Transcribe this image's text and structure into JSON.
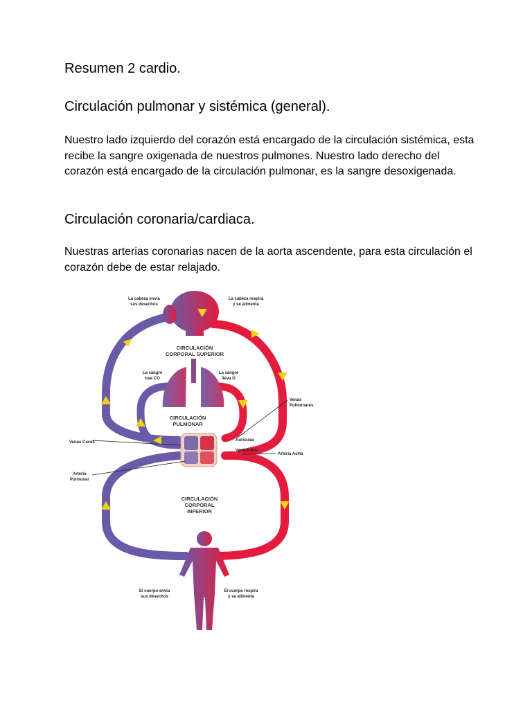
{
  "document": {
    "title": "Resumen 2 cardio.",
    "section1_heading": "Circulación pulmonar y sistémica (general).",
    "section1_paragraph": "Nuestro lado izquierdo del corazón está encargado de la circulación sistémica, esta recibe la sangre oxigenada de nuestros pulmones. Nuestro lado derecho del corazón está encargado de la circulación pulmonar, es la sangre desoxigenada.",
    "section2_heading": "Circulación coronaria/cardiaca.",
    "section2_paragraph": "Nuestras arterias coronarias nacen de la aorta ascendente, para esta circulación el corazón debe de estar relajado."
  },
  "figure": {
    "head_left_1": "La cabeza envía",
    "head_left_2": "sus desechos",
    "head_right_1": "La cabeza respira",
    "head_right_2": "y se alimenta",
    "upper_title_1": "CIRCULACIÓN",
    "upper_title_2": "CORPORAL SUPERIOR",
    "lung_left_1": "La sangre",
    "lung_left_2": "trae CO",
    "lung_right_1": "La sangre",
    "lung_right_2": "lleva O",
    "pulmonary_title_1": "CIRCULACIÓN",
    "pulmonary_title_2": "PULMONAR",
    "venas_pulmonares_1": "Venas",
    "venas_pulmonares_2": "Pulmonares",
    "venas_cavas": "Venas Cavas",
    "auriculas": "Aurículas",
    "ventriculos": "Ventrículos",
    "arteria_aorta": "Arteria Aorta",
    "arteria_pulmonar_1": "Arteria",
    "arteria_pulmonar_2": "Pulmonar",
    "lower_title_1": "CIRCULACIÓN",
    "lower_title_2": "CORPORAL",
    "lower_title_3": "INFERIOR",
    "body_left_1": "El cuerpo envía",
    "body_left_2": "sus desechos",
    "body_right_1": "El cuerpo respira",
    "body_right_2": "y se alimenta",
    "colors": {
      "oxygenated": "#e31b3c",
      "deoxygenated": "#6a5aa8",
      "arrow": "#f0d21a"
    }
  }
}
